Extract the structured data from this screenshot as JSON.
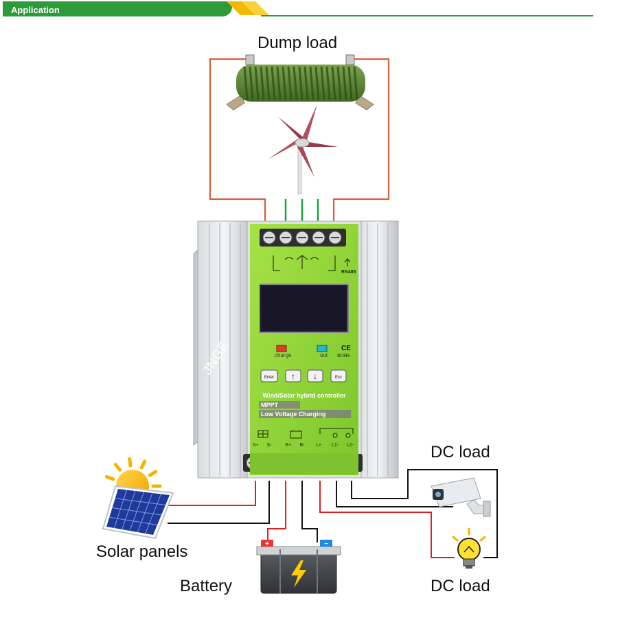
{
  "header": {
    "title": "Application"
  },
  "labels": {
    "dump_load": "Dump load",
    "dc_load_top": "DC load",
    "dc_load_bottom": "DC load",
    "solar_panels": "Solar panels",
    "battery": "Battery"
  },
  "controller": {
    "top_terminal_count": 5,
    "bottom_terminal_count": 7,
    "rs485_label": "RS485",
    "led_charge_label": "charge",
    "led_out_label": "out",
    "ce_mark": "CE",
    "rohs_mark": "ROHS",
    "buttons": [
      "Enter",
      "↑",
      "↓",
      "Esc"
    ],
    "product_title": "Wind/Solar hybrid controller",
    "features": [
      "MPPT",
      "Low Voltage Charging"
    ],
    "terminal_labels": [
      "S+",
      "S-",
      "B+",
      "B-",
      "L+",
      "L1-",
      "L2-"
    ],
    "brand_watermark": "JNGE"
  },
  "battery_marks": {
    "plus": "+",
    "minus": "−"
  },
  "colors": {
    "header_green": "#2e9b3a",
    "panel_green": "#8fd43a",
    "wire_red": "#e02020",
    "wire_black": "#111111",
    "wire_green": "#17a33a",
    "wire_orange": "#d2603a",
    "led_charge": "#e23a2a",
    "led_out": "#25b7c8"
  }
}
